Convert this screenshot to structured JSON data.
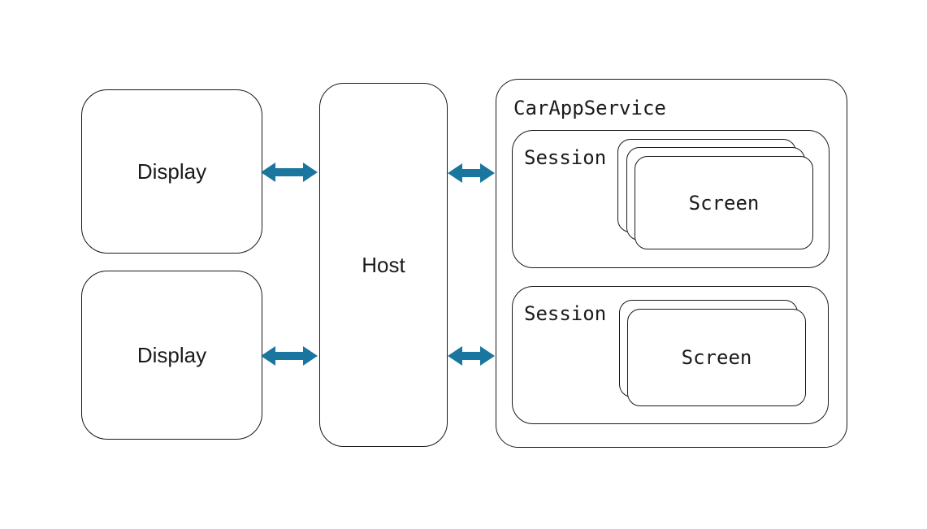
{
  "nodes": {
    "display_top": {
      "label": "Display"
    },
    "display_bottom": {
      "label": "Display"
    },
    "host": {
      "label": "Host"
    },
    "car_app_service": {
      "label": "CarAppService"
    },
    "session_top": {
      "label": "Session",
      "screen_count": 3
    },
    "session_bottom": {
      "label": "Session",
      "screen_count": 2
    },
    "screen_top": {
      "label": "Screen"
    },
    "screen_bottom": {
      "label": "Screen"
    }
  },
  "connections": [
    {
      "from": "Display (top)",
      "to": "Host",
      "type": "bidirectional"
    },
    {
      "from": "Display (bottom)",
      "to": "Host",
      "type": "bidirectional"
    },
    {
      "from": "Host",
      "to": "CarAppService Session (top)",
      "type": "bidirectional"
    },
    {
      "from": "Host",
      "to": "CarAppService Session (bottom)",
      "type": "bidirectional"
    }
  ],
  "colors": {
    "arrow": "#1A769E",
    "stroke": "#1A1A1A",
    "text": "#1A1A1A",
    "background": "#FFFFFF"
  }
}
